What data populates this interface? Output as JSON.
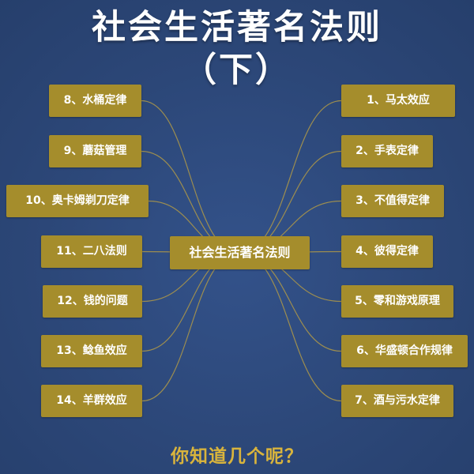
{
  "title": {
    "line1": "社会生活著名法则",
    "line2": "（下）"
  },
  "center_label": "社会生活著名法则",
  "left_items": [
    "8、水桶定律",
    "9、蘑菇管理",
    "10、奥卡姆剃刀定律",
    "11、二八法则",
    "12、钱的问题",
    "13、鲶鱼效应",
    "14、羊群效应"
  ],
  "right_items": [
    "1、马太效应",
    "2、手表定律",
    "3、不值得定律",
    "4、彼得定律",
    "5、零和游戏原理",
    "6、华盛顿合作规律",
    "7、酒与污水定律"
  ],
  "footer_question": "你知道几个呢？",
  "colors": {
    "background": "#2c4778",
    "node_fill": "#a58d2c",
    "connector": "#a8954a",
    "footer_text": "#d9b43c",
    "title_text": "#ffffff"
  }
}
